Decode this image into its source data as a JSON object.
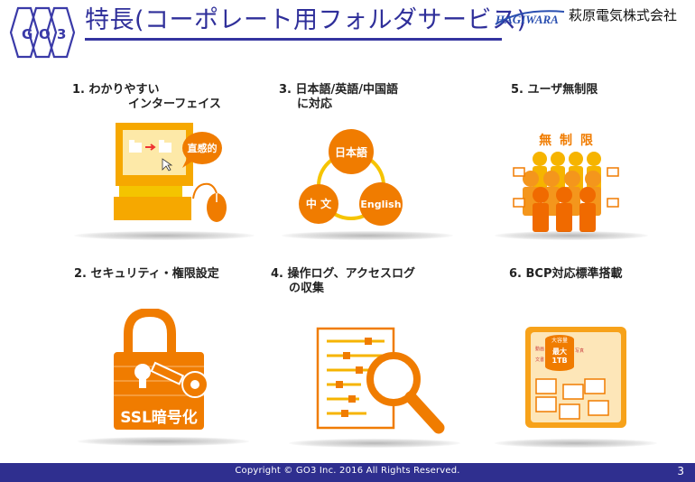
{
  "header": {
    "title": "特長(コーポレート用フォルダサービス)",
    "company_name": "萩原電気株式会社",
    "company_logo_text": "HAGIWARA"
  },
  "features": [
    {
      "number": "1.",
      "line1": "わかりやすい",
      "line2": "インターフェイス",
      "badge": "直感的"
    },
    {
      "number": "3.",
      "line1": "日本語/英語/中国語",
      "line2": "に対応",
      "circles": [
        "日本語",
        "中 文",
        "English"
      ]
    },
    {
      "number": "5.",
      "line1": "ユーザ無制限",
      "line2": "",
      "banner": "無 制 限"
    },
    {
      "number": "2.",
      "line1": "セキュリティ・権限設定",
      "line2": "",
      "lock_text": "SSL暗号化"
    },
    {
      "number": "4.",
      "line1": "操作ログ、アクセスログ",
      "line2": "の収集"
    },
    {
      "number": "6.",
      "line1": "BCP対応標準搭載",
      "line2": "",
      "storage": {
        "top": "大容量",
        "left1": "動画",
        "left2": "文書",
        "right": "写真",
        "max": "最大",
        "size": "1TB"
      }
    }
  ],
  "footer": {
    "copyright": "Copyright © GO3 Inc. 2016  All Rights Reserved.",
    "page_number": "3"
  },
  "colors": {
    "accent_blue": "#2f2f9a",
    "orange": "#f07c00",
    "yellow": "#f6b400",
    "footer_bg": "#2f2f8f"
  }
}
